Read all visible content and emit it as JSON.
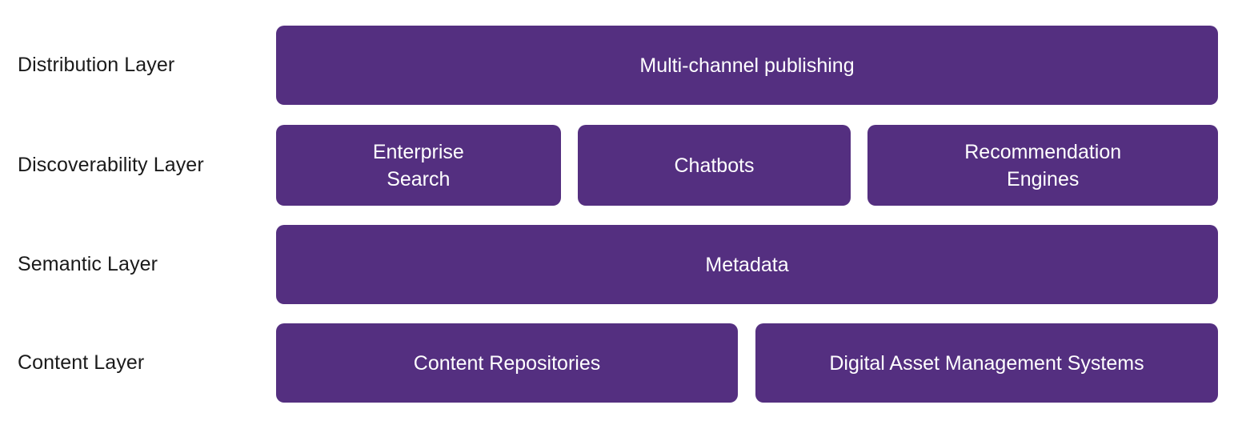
{
  "diagram": {
    "background_color": "#ffffff",
    "box_color": "#542f80",
    "box_text_color": "#ffffff",
    "label_text_color": "#1a1a1a",
    "rows": [
      {
        "label": "Distribution Layer",
        "boxes": [
          {
            "text": "Multi-channel publishing"
          }
        ]
      },
      {
        "label": "Discoverability Layer",
        "boxes": [
          {
            "text": "Enterprise\nSearch"
          },
          {
            "text": "Chatbots"
          },
          {
            "text": "Recommendation\nEngines"
          }
        ]
      },
      {
        "label": "Semantic Layer",
        "boxes": [
          {
            "text": "Metadata"
          }
        ]
      },
      {
        "label": "Content Layer",
        "boxes": [
          {
            "text": "Content Repositories"
          },
          {
            "text": "Digital Asset Management Systems"
          }
        ]
      }
    ]
  }
}
